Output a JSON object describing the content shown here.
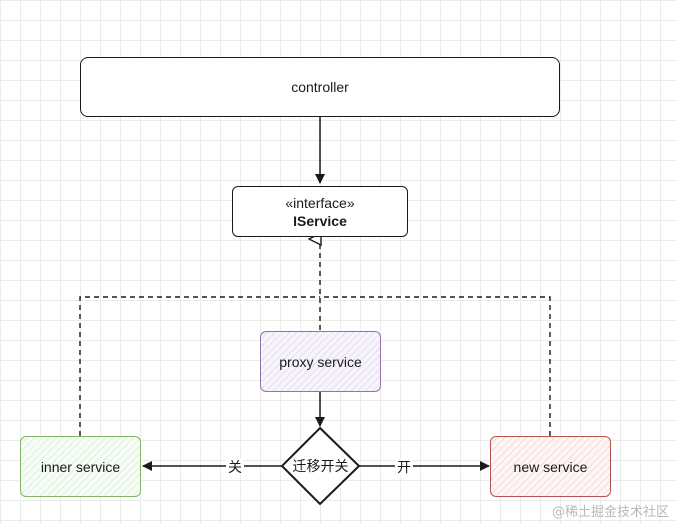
{
  "nodes": {
    "controller": {
      "label": "controller"
    },
    "iservice": {
      "stereotype": "«interface»",
      "name": "IService"
    },
    "proxy": {
      "label": "proxy service"
    },
    "switch": {
      "label": "迁移开关"
    },
    "inner": {
      "label": "inner service"
    },
    "new": {
      "label": "new service"
    }
  },
  "edges": {
    "off_label": "关",
    "on_label": "开"
  },
  "colors": {
    "stroke": "#1a1a1a",
    "proxy_border": "#9673a6",
    "inner_border": "#82b366",
    "new_border": "#b85450"
  },
  "watermark": "@稀土掘金技术社区"
}
